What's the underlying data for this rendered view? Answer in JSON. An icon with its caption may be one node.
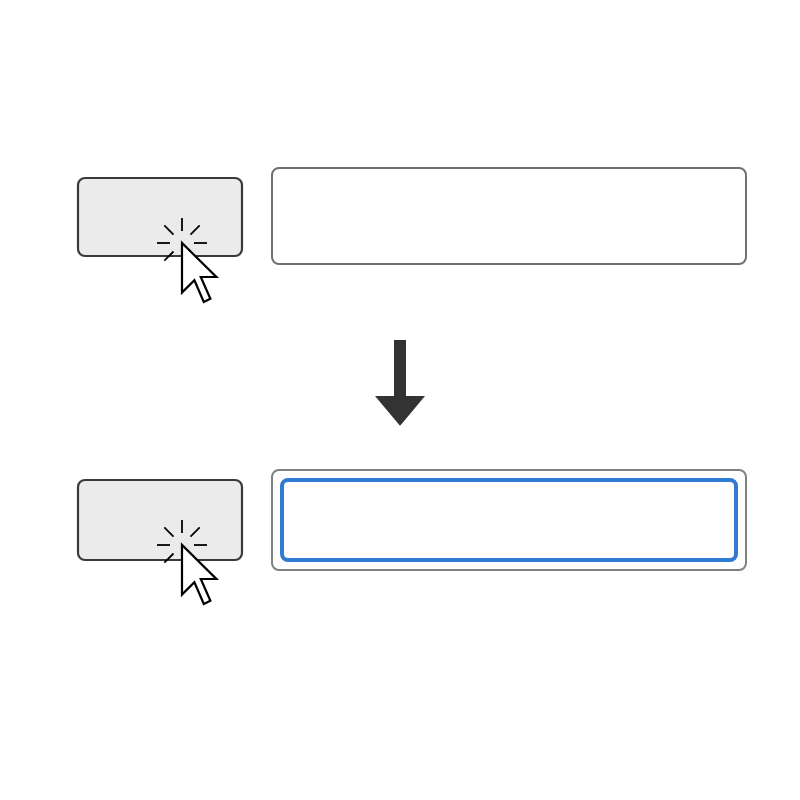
{
  "diagram": {
    "nodes": [
      {
        "text": [],
        "shape": "box"
      },
      {
        "text": [],
        "shape": "box"
      },
      {
        "text": [],
        "shape": "box"
      },
      {
        "text": [],
        "shape": "box"
      }
    ],
    "edges": [
      {
        "from": 1,
        "to": 3,
        "arrow": "to"
      }
    ]
  }
}
